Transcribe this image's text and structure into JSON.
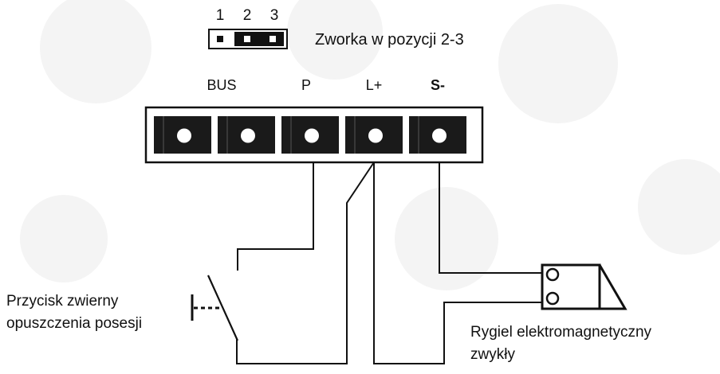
{
  "jumper": {
    "pin_numbers": [
      "1",
      "2",
      "3"
    ],
    "label": "Zworka w pozycji 2-3"
  },
  "terminals": [
    {
      "label": "BUS"
    },
    {
      "label": "P"
    },
    {
      "label": "L+"
    },
    {
      "label": "S-"
    },
    {
      "label": ""
    }
  ],
  "button": {
    "label_line1": "Przycisk zwierny",
    "label_line2": "opuszczenia posesji"
  },
  "lock": {
    "label_line1": "Rygiel elektromagnetyczny",
    "label_line2": "zwykły"
  },
  "colors": {
    "line": "#111111",
    "terminal_fill": "#1a1a1a",
    "screw": "#ffffff",
    "watermark": "#f3f3f3"
  }
}
